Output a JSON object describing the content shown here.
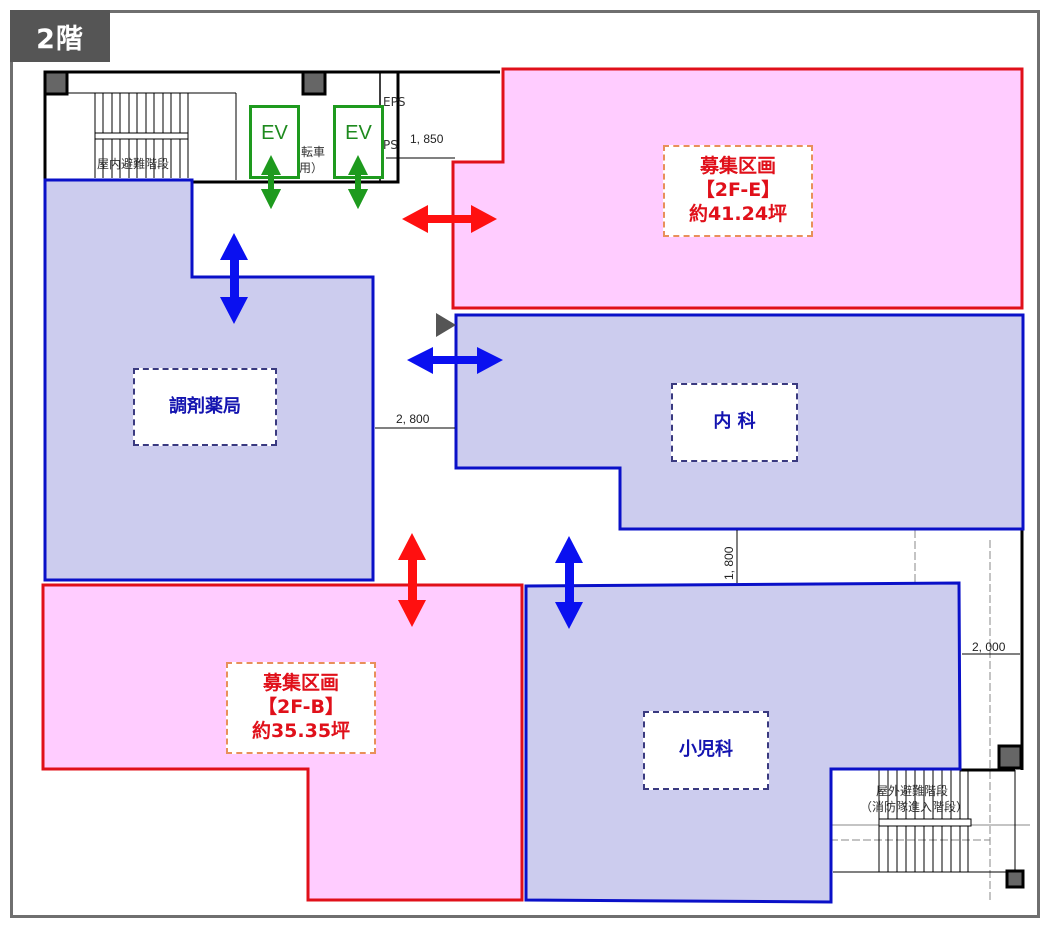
{
  "floor_label": "2階",
  "colors": {
    "vacant_fill": "#ffccff",
    "vacant_stroke": "#e0101a",
    "tenant_fill": "#ccccee",
    "tenant_stroke": "#0a10c8",
    "elevator": "#1e9a1e",
    "wall": "#000000",
    "column": "#666666"
  },
  "units": {
    "vacant_2f_e": {
      "line1": "募集区画",
      "line2": "【2F-E】",
      "line3": "約41.24坪"
    },
    "vacant_2f_b": {
      "line1": "募集区画",
      "line2": "【2F-B】",
      "line3": "約35.35坪"
    },
    "pharmacy": {
      "label": "調剤薬局"
    },
    "internal_medicine": {
      "label": "内 科"
    },
    "pediatrics": {
      "label": "小児科"
    }
  },
  "elevators": [
    {
      "label": "EV"
    },
    {
      "label": "EV"
    }
  ],
  "cad_labels": {
    "indoor_stairs": "屋内避難階段",
    "bicycle": "転車",
    "bicycle_sub": "用）",
    "eps": "EPS",
    "ps": "PS",
    "outdoor_stairs": "屋外避難階段",
    "outdoor_stairs_sub": "（消防隊進入階段）"
  },
  "dimensions": {
    "d1": "1, 850",
    "d2": "2, 800",
    "d3": "1, 800",
    "d4": "2, 000"
  }
}
